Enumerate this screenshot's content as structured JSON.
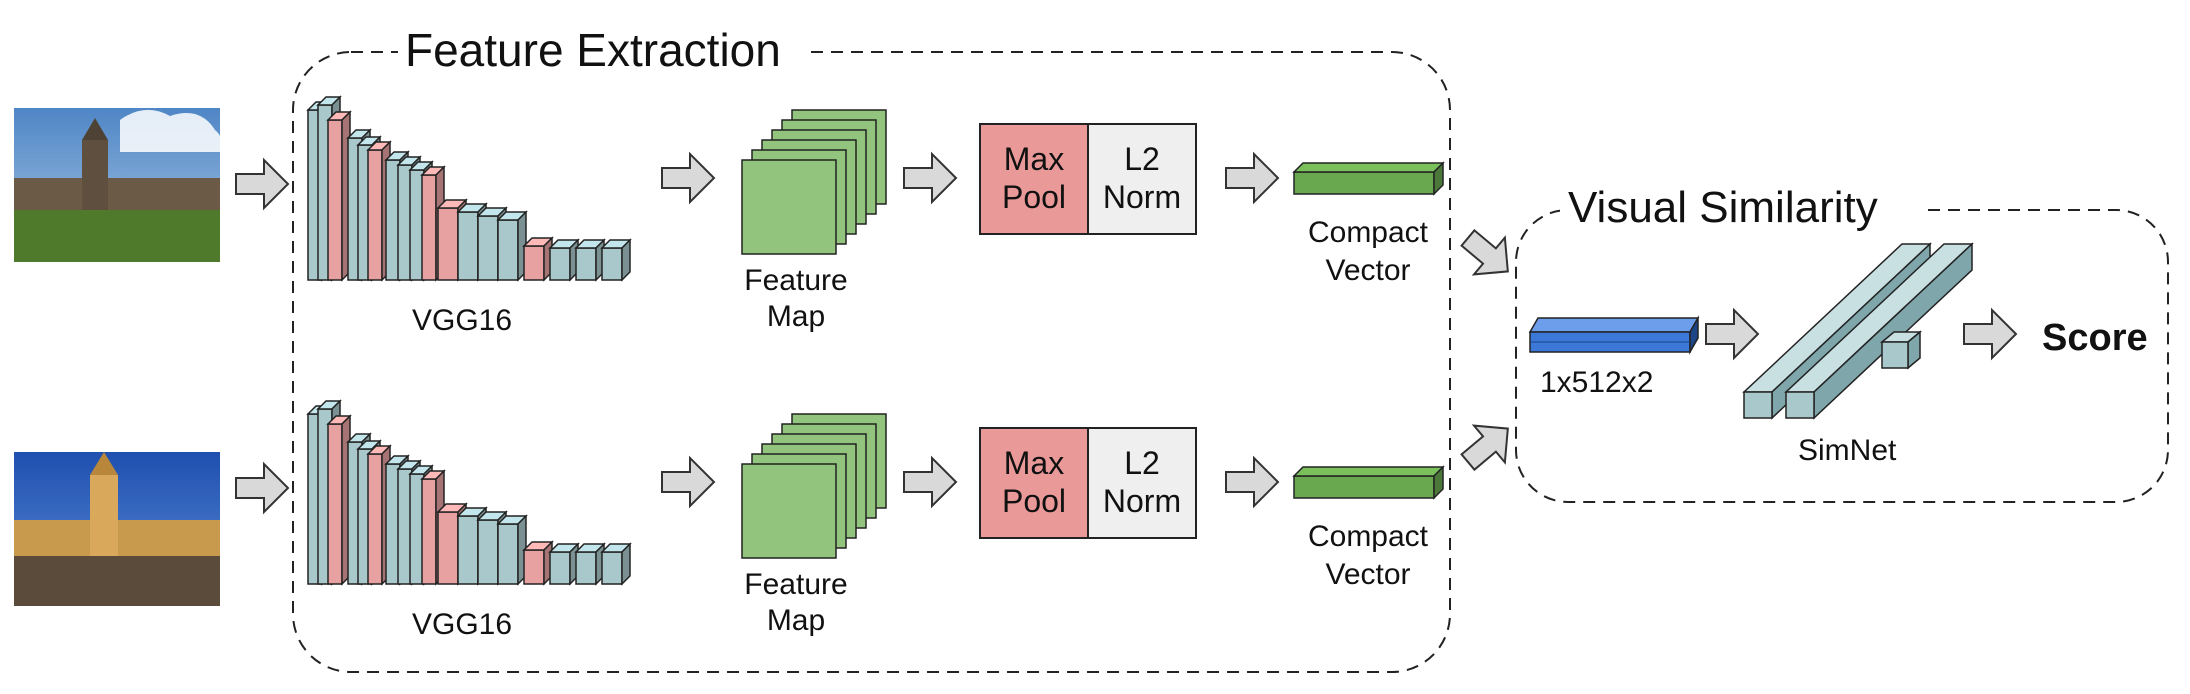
{
  "groups": {
    "feature_extraction": "Feature Extraction",
    "visual_similarity": "Visual Similarity"
  },
  "branches": [
    {
      "vgg_label": "VGG16",
      "feature_map_line1": "Feature",
      "feature_map_line2": "Map",
      "pool_line1": "Max",
      "pool_line2": "Pool",
      "norm_line1": "L2",
      "norm_line2": "Norm",
      "vector_line1": "Compact",
      "vector_line2": "Vector"
    },
    {
      "vgg_label": "VGG16",
      "feature_map_line1": "Feature",
      "feature_map_line2": "Map",
      "pool_line1": "Max",
      "pool_line2": "Pool",
      "norm_line1": "L2",
      "norm_line2": "Norm",
      "vector_line1": "Compact",
      "vector_line2": "Vector"
    }
  ],
  "similarity": {
    "concat_label": "1x512x2",
    "simnet_label": "SimNet",
    "score_label": "Score"
  },
  "colors": {
    "conv": "#a9c8cc",
    "pool_layer": "#e7a1a1",
    "feature_map": "#93c47d",
    "maxpool_box": "#ea9999",
    "norm_box": "#efefef",
    "vector": "#6aa84f",
    "concat": "#3c78d8",
    "arrow": "#d9d9d9"
  }
}
